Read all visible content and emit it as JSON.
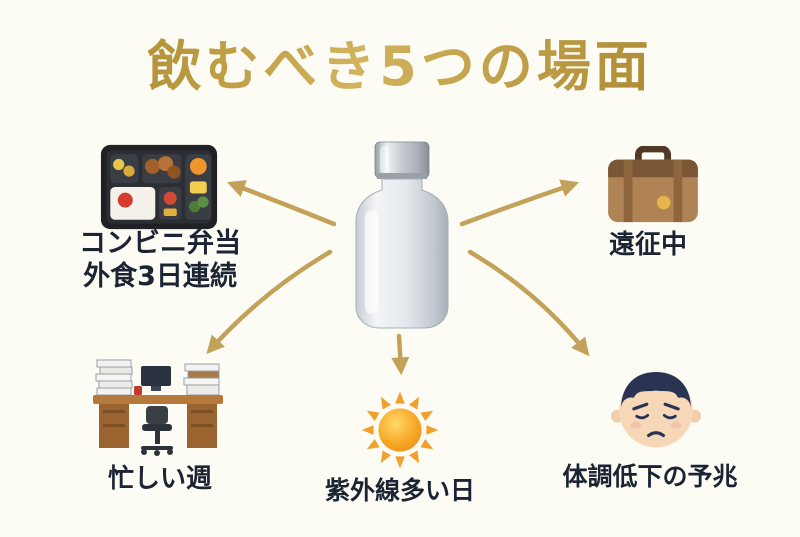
{
  "title": "飲むべき5つの場面",
  "items": {
    "bento": {
      "label": "コンビニ弁当\n外食3日連続",
      "icon": "bento-box-icon"
    },
    "trip": {
      "label": "遠征中",
      "icon": "suitcase-icon"
    },
    "busy": {
      "label": "忙しい週",
      "icon": "desk-with-books-icon"
    },
    "uv": {
      "label": "紫外線多い日",
      "icon": "sun-icon"
    },
    "decline": {
      "label": "体調低下の予兆",
      "icon": "tired-face-icon"
    }
  },
  "center": {
    "icon": "supplement-bottle-icon"
  },
  "colors": {
    "background": "#fcfcf5",
    "title_gold": "#b2923f",
    "arrow_gold": "#c3a158",
    "label_navy": "#1c2433"
  }
}
